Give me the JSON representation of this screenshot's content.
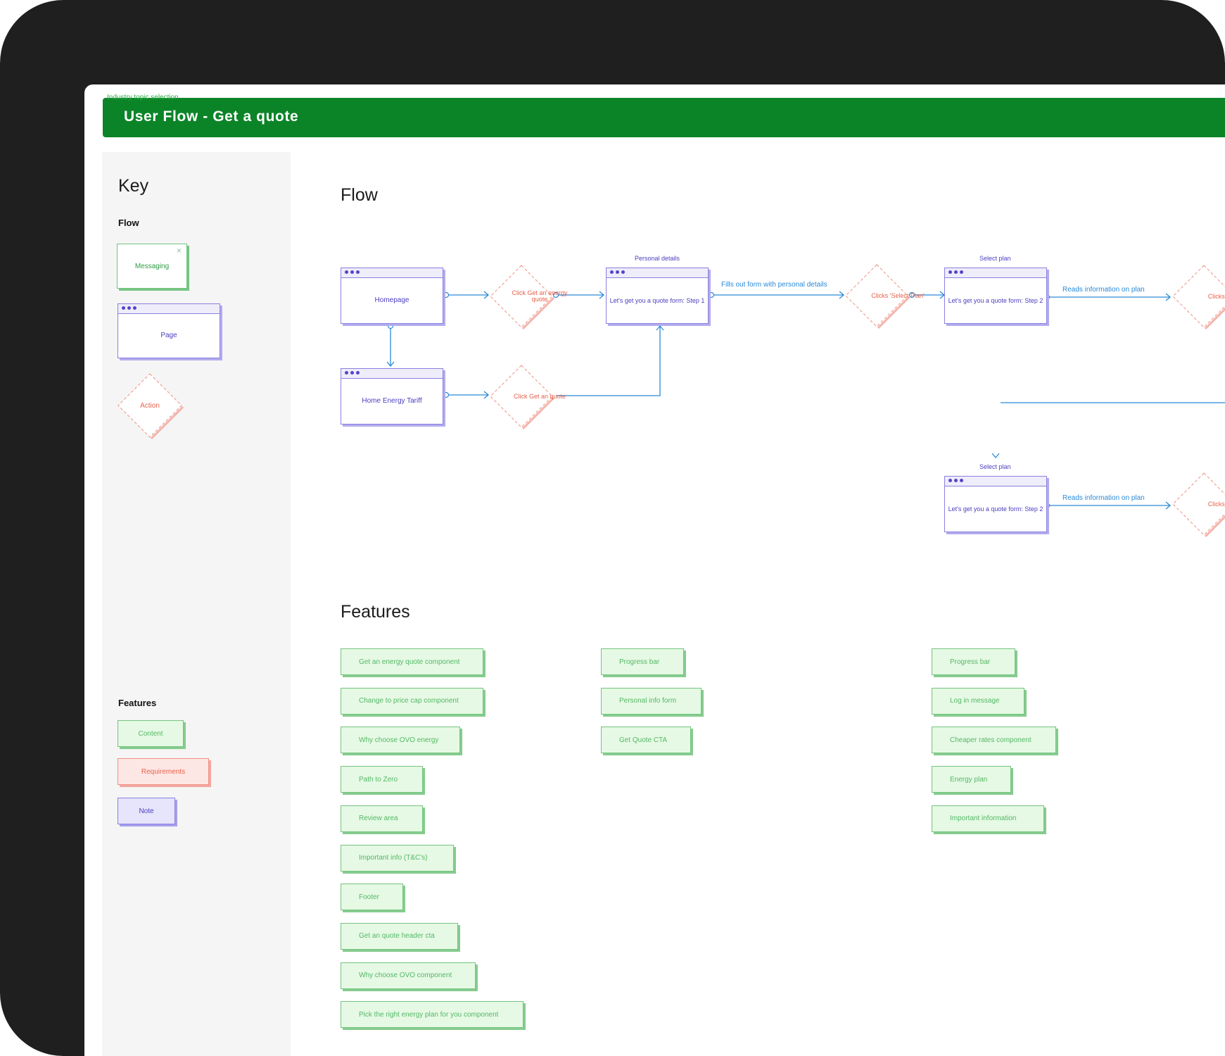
{
  "header": {
    "subtitle": "Industry topic selection",
    "title": "User Flow - Get a quote"
  },
  "key": {
    "title": "Key",
    "flow_heading": "Flow",
    "messaging_label": "Messaging",
    "page_label": "Page",
    "action_label": "Action",
    "features_heading": "Features",
    "content_label": "Content",
    "requirements_label": "Requirements",
    "note_label": "Note"
  },
  "flow": {
    "title": "Flow",
    "pages": {
      "homepage": "Homepage",
      "home_energy_tariff": "Home Energy Tariff",
      "quote_step1": "Let's get you a quote form: Step 1",
      "quote_step2_top": "Let's get you a quote form: Step 2",
      "quote_step2_bottom": "Let's get you a quote form: Step 2"
    },
    "captions": {
      "personal_details": "Personal details",
      "select_plan_top": "Select plan",
      "select_plan_bottom": "Select plan"
    },
    "actions": {
      "click_get_energy_quote": "Click Get an energy quote",
      "click_get_quote": "Click Get an quote",
      "clicks_select_plan": "Clicks 'Select Plan'",
      "clicks_next_top": "Clicks 'Next'",
      "clicks_next_bottom": "Clicks 'Next'"
    },
    "edge_labels": {
      "fills_out": "Fills out form with personal details",
      "reads_top": "Reads information on plan",
      "reads_bottom": "Reads information on plan"
    }
  },
  "features": {
    "title": "Features",
    "column1": [
      "Get an energy quote component",
      "Change to price cap component",
      "Why choose OVO energy",
      "Path to Zero",
      "Review area",
      "Important info (T&C's)",
      "Footer",
      "Get an quote header cta",
      "Why choose OVO component",
      "Pick the right energy plan for you component"
    ],
    "column2": [
      "Progress bar",
      "Personal info form",
      "Get Quote CTA"
    ],
    "column3": [
      "Progress bar",
      "Log in message",
      "Cheaper rates component",
      "Energy plan",
      "Important information"
    ]
  },
  "colors": {
    "header_green": "#0b8428",
    "page_purple": "#4a3dc0",
    "action_red": "#e9614c",
    "connector_blue": "#2a8ad8",
    "feature_green": "#55b866"
  }
}
